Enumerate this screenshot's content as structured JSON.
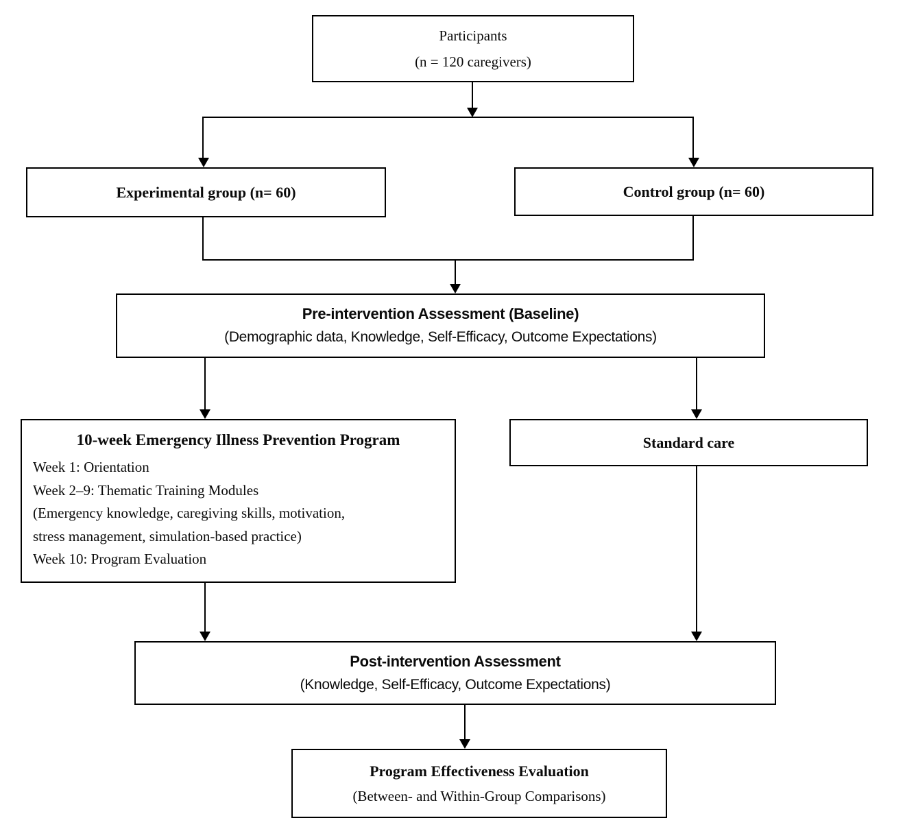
{
  "diagram": {
    "participants": {
      "line1": "Participants",
      "line2": "(n = 120 caregivers)"
    },
    "experimental": {
      "label": "Experimental group (n= 60)"
    },
    "control": {
      "label": "Control group (n= 60)"
    },
    "pre_assessment": {
      "title": "Pre-intervention Assessment (Baseline)",
      "subtitle": "(Demographic data, Knowledge, Self-Efficacy, Outcome Expectations)"
    },
    "program": {
      "title": "10-week Emergency Illness Prevention Program",
      "lines": [
        "Week 1: Orientation",
        "Week 2–9: Thematic Training Modules",
        "(Emergency knowledge, caregiving skills, motivation,",
        "stress management, simulation-based practice)",
        "Week 10: Program Evaluation"
      ]
    },
    "standard_care": {
      "label": "Standard care"
    },
    "post_assessment": {
      "title": "Post-intervention Assessment",
      "subtitle": "(Knowledge, Self-Efficacy, Outcome Expectations)"
    },
    "evaluation": {
      "title": "Program Effectiveness Evaluation",
      "subtitle": "(Between- and Within-Group Comparisons)"
    },
    "colors": {
      "line": "#000000",
      "background": "#ffffff",
      "text": "#0b0b0b"
    }
  }
}
